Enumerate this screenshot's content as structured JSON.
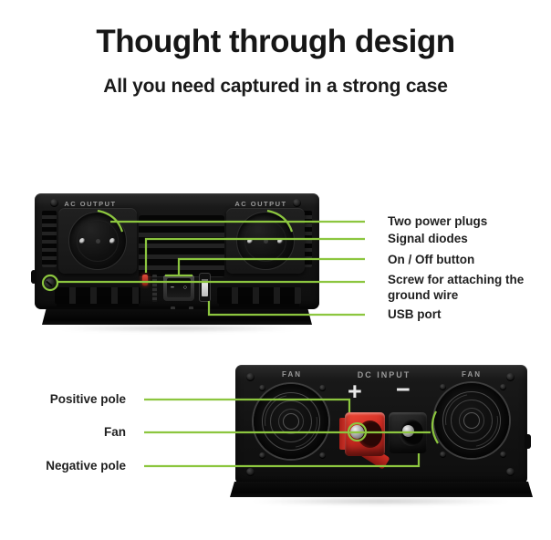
{
  "ui": {
    "accent_green": "#8cc63f",
    "label_ink": "#1f1f1f",
    "device_black": "#121212",
    "terminal_red": "#cf2a22"
  },
  "header": {
    "title": "Thought through design",
    "subtitle": "All you need captured in a strong case"
  },
  "front_view": {
    "ac_output_left": "AC OUTPUT",
    "ac_output_right": "AC OUTPUT",
    "switch_line_mark": "–",
    "switch_circle_mark": "○",
    "callouts": {
      "two_power_plugs": "Two power plugs",
      "signal_diodes": "Signal diodes",
      "on_off_button": "On / Off button",
      "ground_screw": "Screw for attaching the ground wire",
      "usb_port": "USB port"
    }
  },
  "back_view": {
    "fan_left": "FAN",
    "dc_input": "DC INPUT",
    "fan_right": "FAN",
    "plus_mark": "+",
    "minus_mark": "−",
    "callouts": {
      "positive_pole": "Positive pole",
      "fan": "Fan",
      "negative_pole": "Negative pole"
    }
  }
}
